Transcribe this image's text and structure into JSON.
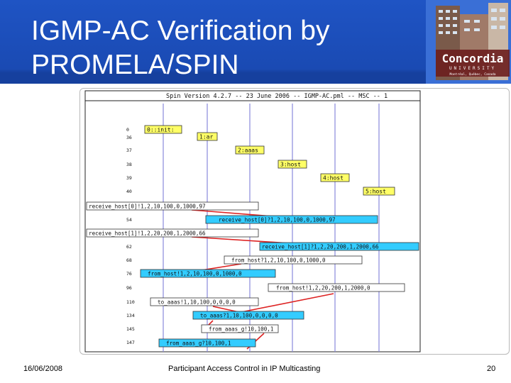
{
  "slide": {
    "title": "IGMP-AC Verification by\nPROMELA/SPIN",
    "footer": {
      "date": "16/06/2008",
      "caption": "Participant Access Control in IP Multicasting",
      "page": "20"
    }
  },
  "logo": {
    "name": "Concordia",
    "subtitle": "UNIVERSITY",
    "location": "Montréal, Québec, Canada"
  },
  "msc": {
    "header": "Spin Version 4.2.7 -- 23 June 2006 -- IGMP-AC.pml -- MSC -- 1",
    "colors": {
      "process_box": "#ffff66",
      "message_box": "#33ccff",
      "line": "#8888dd",
      "arrow": "#dd2222"
    },
    "step_numbers": [
      "0",
      "36",
      "37",
      "38",
      "39",
      "40",
      "",
      "54",
      "",
      "62",
      "68",
      "76",
      "96",
      "110",
      "134",
      "145",
      "147"
    ],
    "process_boxes": [
      "0::init:",
      "1:ar",
      "2:aaas",
      "3:host",
      "4:host",
      "5:host"
    ],
    "messages": [
      "receive_host[0]!1,2,10,100,0,1000,97",
      "receive_host[0]?1,2,10,100,0,1000,97",
      "receive_host[1]!1,2,20,200,1,2000,66",
      "receive_host[1]?1,2,20,200,1,2000,66",
      "from_host!1,2,10,100,0,1000,0",
      "from_host?1,2,10,100,0,1000,0",
      "from_host!1,2,20,200,1,2000,0",
      "to_aaas!1,10,100,0,0,0,0",
      "to_aaas?1,10,100,0,0,0,0",
      "from_aaas_g!10,100,1",
      "from_aaas_g?10,100,1"
    ]
  }
}
